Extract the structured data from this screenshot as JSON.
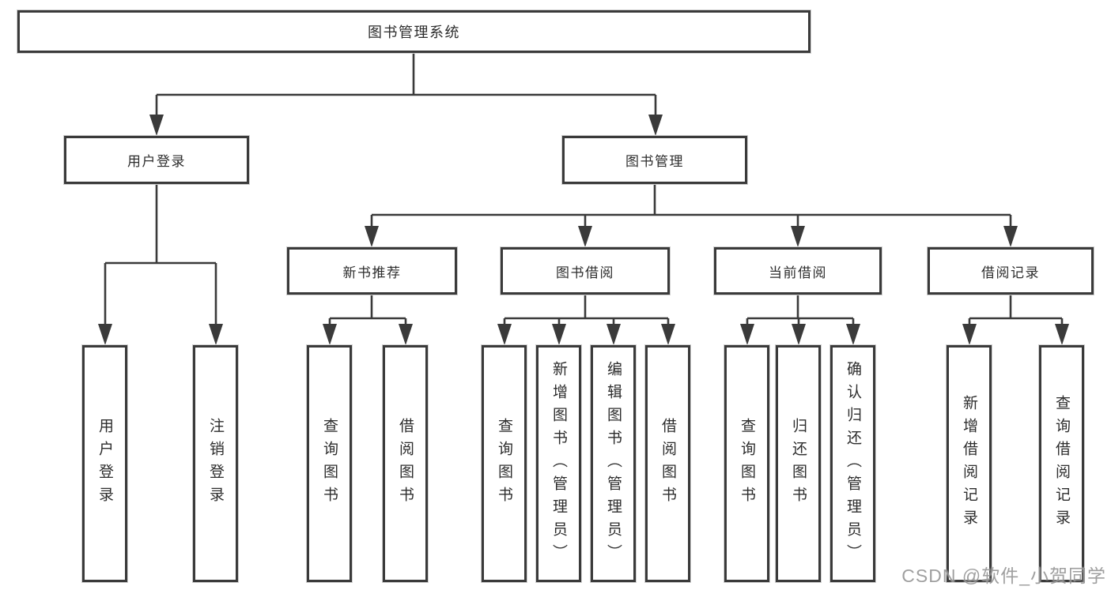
{
  "diagram": {
    "root": "图书管理系统",
    "nodes": [
      {
        "label": "用户登录",
        "children": [
          {
            "label": "用户登录"
          },
          {
            "label": "注销登录"
          }
        ]
      },
      {
        "label": "图书管理",
        "children": [
          {
            "label": "新书推荐",
            "children": [
              {
                "label": "查询图书"
              },
              {
                "label": "借阅图书"
              }
            ]
          },
          {
            "label": "图书借阅",
            "children": [
              {
                "label": "查询图书"
              },
              {
                "label": "新增图书（管理员）"
              },
              {
                "label": "编辑图书（管理员）"
              },
              {
                "label": "借阅图书"
              }
            ]
          },
          {
            "label": "当前借阅",
            "children": [
              {
                "label": "查询图书"
              },
              {
                "label": "归还图书"
              },
              {
                "label": "确认归还（管理员）"
              }
            ]
          },
          {
            "label": "借阅记录",
            "children": [
              {
                "label": "新增借阅记录"
              },
              {
                "label": "查询借阅记录"
              }
            ]
          }
        ]
      }
    ]
  },
  "watermark": "CSDN @软件_小贺同学",
  "colors": {
    "line": "#3a3a3a",
    "border": "#3a3a3a",
    "text": "#2d2d2d",
    "background": "#ffffff",
    "watermark": "#8a8a8a"
  }
}
